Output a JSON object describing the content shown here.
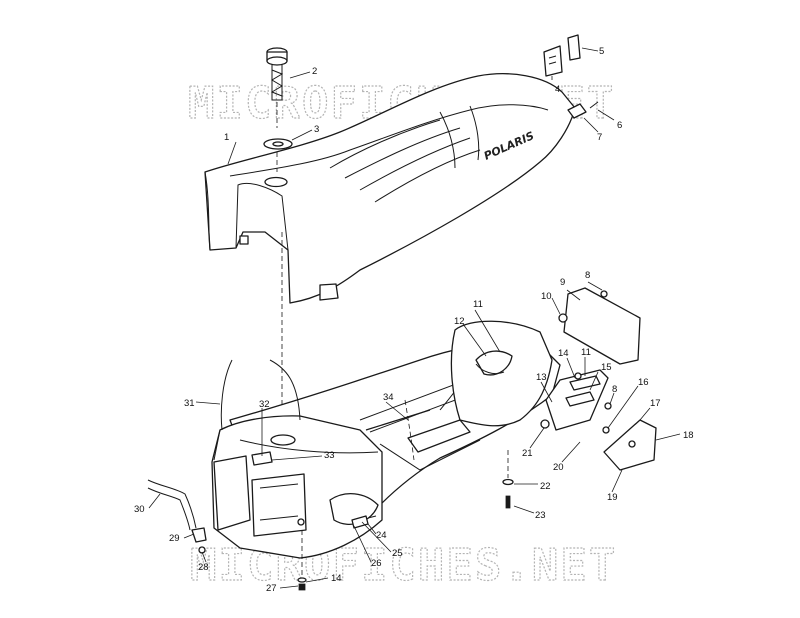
{
  "watermark": "MICROFICHES.NET",
  "brand_text": "POLARIS",
  "callouts": {
    "c1": "1",
    "c2": "2",
    "c3": "3",
    "c4": "4",
    "c5": "5",
    "c6": "6",
    "c7": "7",
    "c8a": "8",
    "c8b": "8",
    "c9": "9",
    "c10": "10",
    "c11a": "11",
    "c11b": "11",
    "c12": "12",
    "c13": "13",
    "c14a": "14",
    "c14b": "14",
    "c15": "15",
    "c16": "16",
    "c17": "17",
    "c18": "18",
    "c19": "19",
    "c20": "20",
    "c21": "21",
    "c22": "22",
    "c23": "23",
    "c24": "24",
    "c25": "25",
    "c26": "26",
    "c27": "27",
    "c28": "28",
    "c29": "29",
    "c30": "30",
    "c31": "31",
    "c32": "32",
    "c33": "33",
    "c34": "34"
  }
}
